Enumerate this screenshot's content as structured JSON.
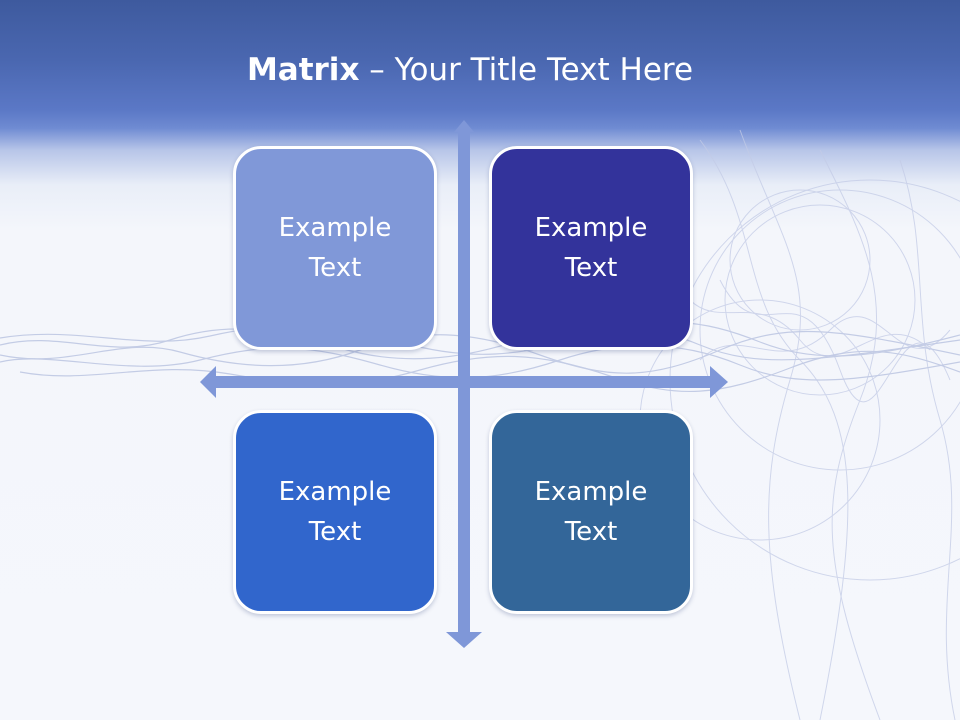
{
  "slide": {
    "title_strong": "Matrix",
    "title_rest": " – Your Title Text Here"
  },
  "matrix": {
    "cells": [
      {
        "position": "top-left",
        "label": "Example Text",
        "color": "#8098d8"
      },
      {
        "position": "top-right",
        "label": "Example Text",
        "color": "#33339b"
      },
      {
        "position": "bottom-left",
        "label": "Example Text",
        "color": "#3166cc"
      },
      {
        "position": "bottom-right",
        "label": "Example Text",
        "color": "#336699"
      }
    ],
    "arrow_color": "#7f97d8"
  },
  "theme": {
    "header_color": "#4a67b0",
    "background_color": "#f4f6fb"
  }
}
